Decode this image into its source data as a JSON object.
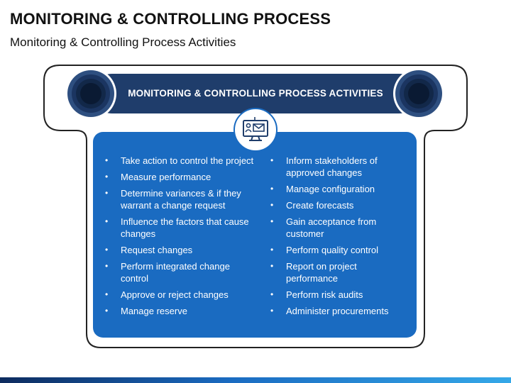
{
  "header": {
    "title": "MONITORING & CONTROLLING PROCESS",
    "subtitle": "Monitoring & Controlling Process Activities"
  },
  "banner": {
    "title": "MONITORING & CONTROLLING PROCESS ACTIVITIES"
  },
  "icons": {
    "badge": "monitor-email-icon",
    "left_circle": "concentric-circle-icon",
    "right_circle": "concentric-circle-icon"
  },
  "colors": {
    "band": "#1f3d6b",
    "panel": "#1a6bc1",
    "circle_outer": "#2e4f80",
    "circle_inner": "#0a1a33"
  },
  "activities": {
    "left": [
      "Take action to control the project",
      "Measure performance",
      "Determine variances & if they warrant a change request",
      "Influence the factors that cause changes",
      "Request changes",
      "Perform integrated change control",
      "Approve or reject changes",
      "Manage reserve"
    ],
    "right": [
      "Inform stakeholders of approved changes",
      "Manage configuration",
      "Create forecasts",
      "Gain acceptance from customer",
      "Perform quality control",
      "Report on project performance",
      "Perform risk audits",
      "Administer procurements"
    ]
  }
}
